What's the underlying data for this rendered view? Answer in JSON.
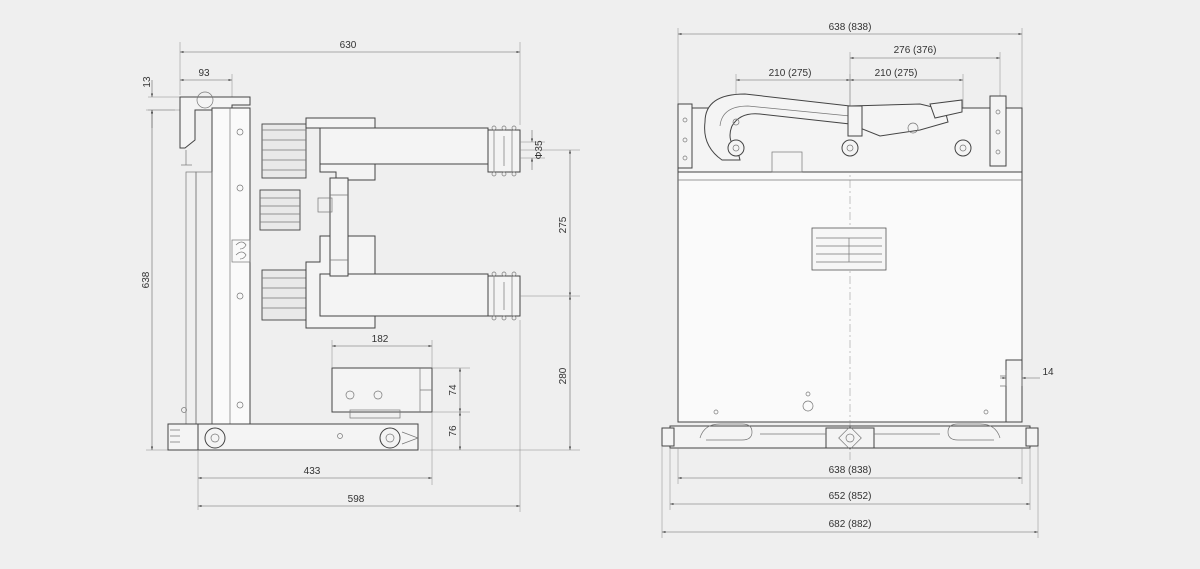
{
  "side_view": {
    "dims": {
      "overall_width": "630",
      "top_offset": "93",
      "top_height": "13",
      "overall_height": "638",
      "pin_diameter": "Φ35",
      "phase_spacing": "275",
      "lower_height": "280",
      "bracket_width": "182",
      "bracket_height": "74",
      "wheel_height": "76",
      "wheel_span": "433",
      "base_length": "598"
    }
  },
  "front_view": {
    "dims": {
      "top_width": "638 (838)",
      "right_span": "276 (376)",
      "left_pitch": "210 (275)",
      "right_pitch": "210 (275)",
      "side_gap": "14",
      "base_width_1": "638 (838)",
      "base_width_2": "652 (852)",
      "base_width_3": "682 (882)"
    }
  }
}
